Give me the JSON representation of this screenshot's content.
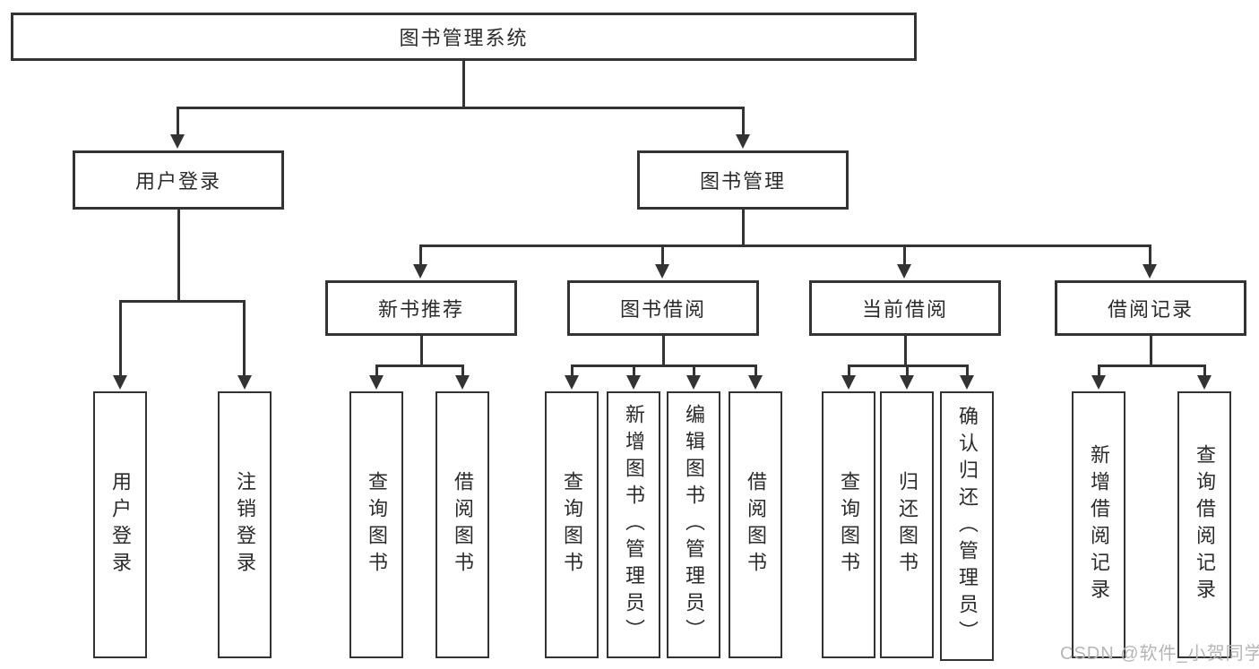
{
  "colors": {
    "line": "#333333",
    "box_border": "#333333",
    "text": "#2b2b2b",
    "watermark": "#b6b6b6",
    "background": "#ffffff"
  },
  "watermark": {
    "text": "CSDN @软件_小贺同学"
  },
  "diagram": {
    "root": {
      "label": "图书管理系统"
    },
    "level2": [
      {
        "label": "用户登录"
      },
      {
        "label": "图书管理"
      }
    ],
    "level3": [
      {
        "label": "新书推荐"
      },
      {
        "label": "图书借阅"
      },
      {
        "label": "当前借阅"
      },
      {
        "label": "借阅记录"
      }
    ],
    "leaves": {
      "user_login": [
        {
          "label": "用户登录"
        },
        {
          "label": "注销登录"
        }
      ],
      "new_book": [
        {
          "label": "查询图书"
        },
        {
          "label": "借阅图书"
        }
      ],
      "book_borrow": [
        {
          "label": "查询图书"
        },
        {
          "label": "新增图书（管理员）"
        },
        {
          "label": "编辑图书（管理员）"
        },
        {
          "label": "借阅图书"
        }
      ],
      "current_borrow": [
        {
          "label": "查询图书"
        },
        {
          "label": "归还图书"
        },
        {
          "label": "确认归还（管理员）"
        }
      ],
      "borrow_record": [
        {
          "label": "新增借阅记录"
        },
        {
          "label": "查询借阅记录"
        }
      ]
    }
  }
}
